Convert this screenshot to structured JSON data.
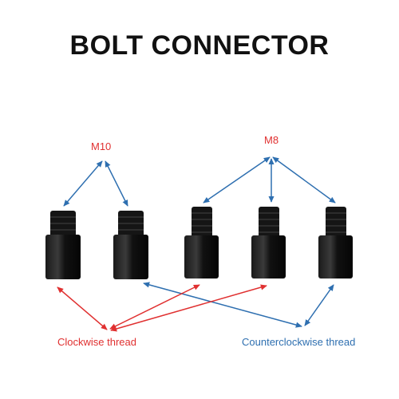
{
  "title": "BOLT CONNECTOR",
  "labels": {
    "m10": "M10",
    "m8": "M8",
    "clockwise": "Clockwise thread",
    "counterclockwise": "Counterclockwise thread"
  },
  "colors": {
    "red": "#e03030",
    "blue": "#2e6fb0",
    "bolt": "#0b0b0b"
  }
}
